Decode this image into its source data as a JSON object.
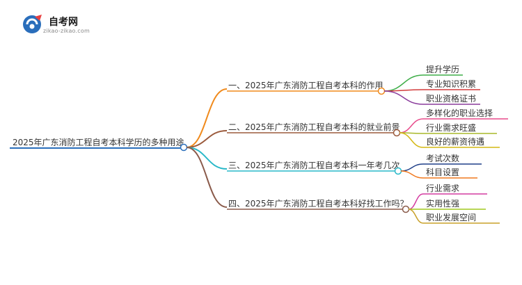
{
  "brand": {
    "name": "自考网",
    "url": "zikao-zikao.com"
  },
  "colors": {
    "root": "#2a6ebb",
    "branch1": "#f08a1c",
    "branch2": "#9b5a3c",
    "branch3": "#28b8c8",
    "branch4": "#8a5a4a",
    "leafGreen": "#3fae49",
    "leafRed": "#d23c3c",
    "leafPurple": "#8a3c9c",
    "leafPink": "#e84a8a",
    "leafOlive": "#a8b82a",
    "leafYellow": "#d4b814",
    "leafNavy": "#1f3f88",
    "leafOrange": "#f0781e",
    "leafMagenta": "#d43ca0",
    "leafLime": "#a0c81e",
    "leafGold": "#c8a028"
  },
  "root": {
    "label": "2025年广东消防工程自考本科学历的多种用途"
  },
  "branches": [
    {
      "label": "一、2025年广东消防工程自考本科的作用",
      "children": [
        "提升学历",
        "专业知识积累",
        "职业资格证书"
      ]
    },
    {
      "label": "二、2025年广东消防工程自考本科的就业前景",
      "children": [
        "多样化的职业选择",
        "行业需求旺盛",
        "良好的薪资待遇"
      ]
    },
    {
      "label": "三、2025年广东消防工程自考本科一年考几次",
      "children": [
        "考试次数",
        "科目设置"
      ]
    },
    {
      "label": "四、2025年广东消防工程自考本科好找工作吗？",
      "children": [
        "行业需求",
        "实用性强",
        "职业发展空间"
      ]
    }
  ]
}
